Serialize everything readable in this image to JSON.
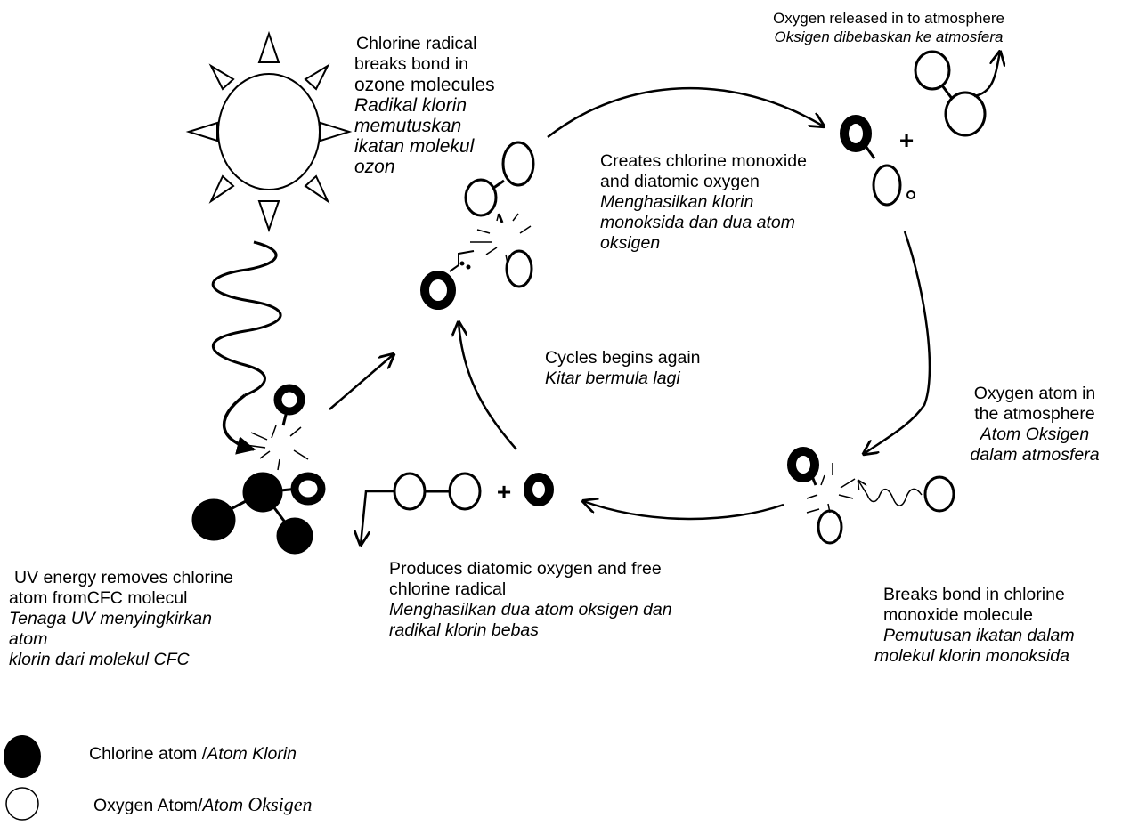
{
  "labels": {
    "chlorine_radical_breaks": {
      "en_line1": "Chlorine radical",
      "en_line2": "breaks bond in",
      "en_line3": "ozone  molecules",
      "ms_line1": "Radikal klorin",
      "ms_line2": "memutuskan",
      "ms_line3": "ikatan molekul",
      "ms_line4": "ozon"
    },
    "oxygen_released": {
      "en": "Oxygen released in to atmosphere",
      "ms": "Oksigen  dibebaskan  ke atmosfera"
    },
    "creates_chlorine_monoxide": {
      "en_line1": "Creates chlorine monoxide",
      "en_line2": "and diatomic oxygen",
      "ms_line1": "Menghasilkan klorin",
      "ms_line2": "monoksida dan dua atom",
      "ms_line3": "oksigen"
    },
    "cycle_begins": {
      "en": "Cycles begins again",
      "ms": "Kitar   bermula  lagi"
    },
    "oxygen_atom_atmosphere": {
      "en_line1": "Oxygen  atom in",
      "en_line2": "the atmosphere",
      "ms_line1": "Atom Oksigen",
      "ms_line2": "dalam atmosfera"
    },
    "uv_energy": {
      "en_line1": "UV energy removes chlorine",
      "en_line2": "atom fromCFC molecul",
      "ms_line1": "Tenaga UV  menyingkirkan",
      "ms_line2": "atom",
      "ms_line3": "klorin dari molekul CFC"
    },
    "produces_diatomic": {
      "en_line1": "Produces diatomic oxygen and free",
      "en_line2": "chlorine radical",
      "ms_line1": "Menghasilkan dua atom oksigen dan",
      "ms_line2": "radikal klorin bebas"
    },
    "breaks_bond_monoxide": {
      "en_line1": "Breaks bond in chlorine",
      "en_line2": "monoxide molecule",
      "ms_line1": "Pemutusan ikatan dalam",
      "ms_line2": "molekul klorin monoksida"
    },
    "plus_sign": "+"
  },
  "legend": {
    "chlorine": {
      "en": "Chlorine atom  /",
      "ms": "Atom Klorin"
    },
    "oxygen": {
      "en": "Oxygen Atom/",
      "ms": "Atom ",
      "ms_serif": "Oksigen"
    }
  },
  "colors": {
    "ink": "#000000",
    "background": "#ffffff"
  }
}
